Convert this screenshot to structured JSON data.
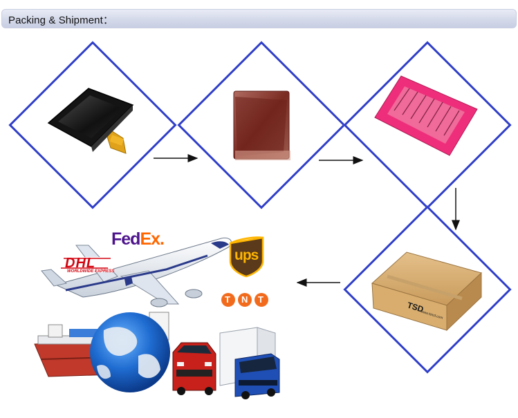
{
  "header": {
    "title": "Packing & Shipment："
  },
  "carriers": {
    "fedex": {
      "part1": "Fed",
      "part2": "Ex",
      "dot": "."
    },
    "dhl": {
      "name": "DHL",
      "tagline": "WORLDWIDE EXPRESS"
    },
    "ups": {
      "name": "ups"
    },
    "tnt": {
      "letters": [
        "T",
        "N",
        "T"
      ]
    }
  },
  "box": {
    "brand": "TSD",
    "url": "www.tstcd.com"
  },
  "colors": {
    "diamond_border": "#2f3ec8",
    "fedex_purple": "#4d148c",
    "fedex_orange": "#ff6600",
    "dhl_red": "#d40511",
    "dhl_yellow": "#ffcc00",
    "ups_brown": "#5a3a1a",
    "ups_gold": "#ffb500",
    "tnt_orange": "#f26b1d"
  }
}
